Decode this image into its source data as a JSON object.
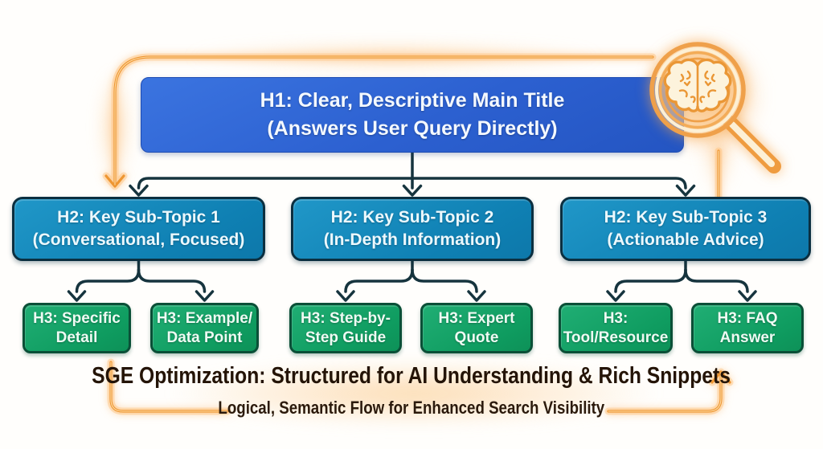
{
  "h1": {
    "line1": "H1: Clear, Descriptive Main Title",
    "line2": "(Answers User Query Directly)"
  },
  "h2": [
    {
      "line1": "H2: Key Sub-Topic 1",
      "line2": "(Conversational, Focused)"
    },
    {
      "line1": "H2: Key Sub-Topic 2",
      "line2": "(In-Depth Information)"
    },
    {
      "line1": "H2: Key Sub-Topic 3",
      "line2": "(Actionable Advice)"
    }
  ],
  "h3": [
    {
      "line1": "H3: Specific",
      "line2": "Detail"
    },
    {
      "line1": "H3: Example/",
      "line2": "Data Point"
    },
    {
      "line1": "H3: Step-by-",
      "line2": "Step Guide"
    },
    {
      "line1": "H3: Expert",
      "line2": "Quote"
    },
    {
      "line1": "H3:",
      "line2": "Tool/Resource"
    },
    {
      "line1": "H3: FAQ",
      "line2": "Answer"
    }
  ],
  "footer": {
    "title": "SGE Optimization: Structured for AI Understanding & Rich Snippets",
    "subtitle": "Logical, Semantic Flow for Enhanced Search Visibility"
  },
  "icons": {
    "magnifier": "brain-search-icon"
  },
  "colors": {
    "h1_blue": "#2c60d0",
    "h2_teal": "#0f80b3",
    "h3_green": "#0f9c60",
    "connector_dark": "#16343e",
    "neon_orange": "#ee9632",
    "footer_text": "#241407",
    "background": "#fffefc"
  }
}
